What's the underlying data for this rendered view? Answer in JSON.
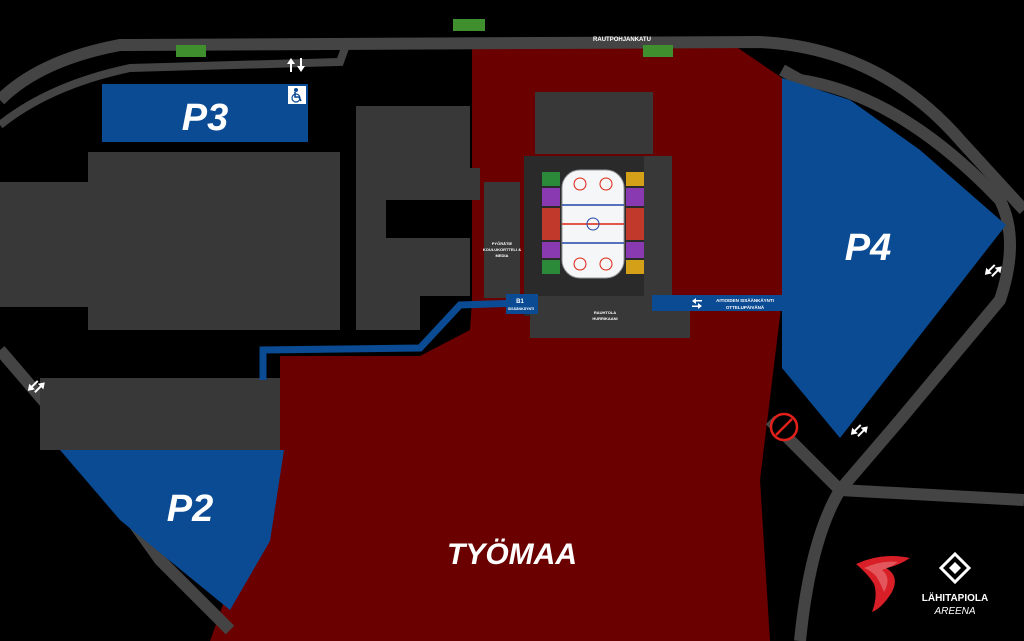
{
  "map": {
    "street_name": "RAUTPOHJANKATU",
    "zones": {
      "p2": "P2",
      "p3": "P3",
      "p4": "P4",
      "construction": "TYÖMAA"
    },
    "labels": {
      "pyhalahden_line1": "PYÖRÄTIE",
      "pyhalahden_line2": "KOULUKORTTELI &",
      "pyhalahden_line3": "MEDIA",
      "b1_label": "B1",
      "b1_sub": "SISÄÄNKÄYNTI",
      "raumtola_line1": "RAUHTOLA",
      "raumtola_line2": "HURRIKAANI",
      "aitio_line1": "AITIOIDEN SISÄÄNKÄYNTI",
      "aitio_line2": "OTTELUPÄIVÄNÄ"
    },
    "brand": {
      "name_line1": "LÄHITAPIOLA",
      "name_line2": "AREENA"
    },
    "colors": {
      "background": "#000000",
      "road": "#444444",
      "road_edge": "#5a5a5a",
      "parking_blue": "#0a4b94",
      "construction_red": "#6b0000",
      "building": "#383838",
      "ev_green": "#3f8f2f",
      "walk_path": "#0a4b94",
      "no_entry": "#e0201b",
      "logo_red": "#d81e26"
    },
    "icons": [
      "accessible-parking-icon",
      "two-way-arrows-icon",
      "no-entry-icon",
      "ev-charging-icon",
      "club-logo-icon",
      "arena-logo-icon"
    ]
  }
}
